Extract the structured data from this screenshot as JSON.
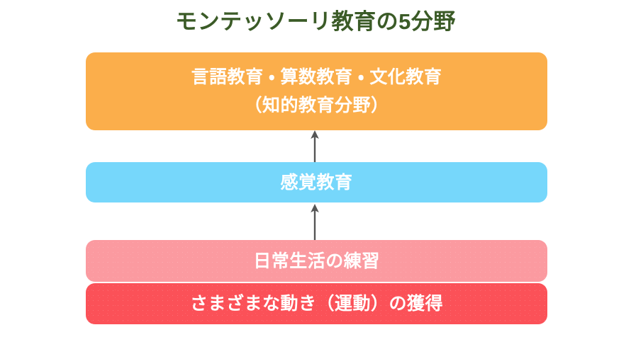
{
  "title": "モンテッソーリ教育の5分野",
  "colors": {
    "title_text": "#3b5b27",
    "intellectual_box": "#fbae4b",
    "sensorial_box": "#76d7fb",
    "practical_box": "#fb9aa0",
    "movement_box": "#fb5158",
    "arrow": "#555555",
    "box_text": "#ffffff",
    "background": "#ffffff"
  },
  "diagram": {
    "type": "stacked-hierarchy",
    "direction": "bottom-to-top",
    "levels": [
      {
        "id": "intellectual",
        "label": "言語教育 ・ 算数教育 ・ 文化教育\n（知的教育分野）",
        "line1": "言語教育 ・ 算数教育 ・ 文化教育",
        "line2": "（知的教育分野）",
        "color": "#fbae4b",
        "order": 4
      },
      {
        "id": "sensorial",
        "label": "感覚教育",
        "color": "#76d7fb",
        "order": 3
      },
      {
        "id": "practical",
        "label": "日常生活の練習",
        "color": "#fb9aa0",
        "order": 2
      },
      {
        "id": "movement",
        "label": "さまざまな動き（運動）の獲得",
        "color": "#fb5158",
        "order": 1
      }
    ],
    "arrows": [
      {
        "id": "practical-to-sensorial",
        "from": "practical",
        "to": "sensorial",
        "glyph": "arrow-up-icon"
      },
      {
        "id": "sensorial-to-intellectual",
        "from": "sensorial",
        "to": "intellectual",
        "glyph": "arrow-up-icon"
      }
    ]
  }
}
